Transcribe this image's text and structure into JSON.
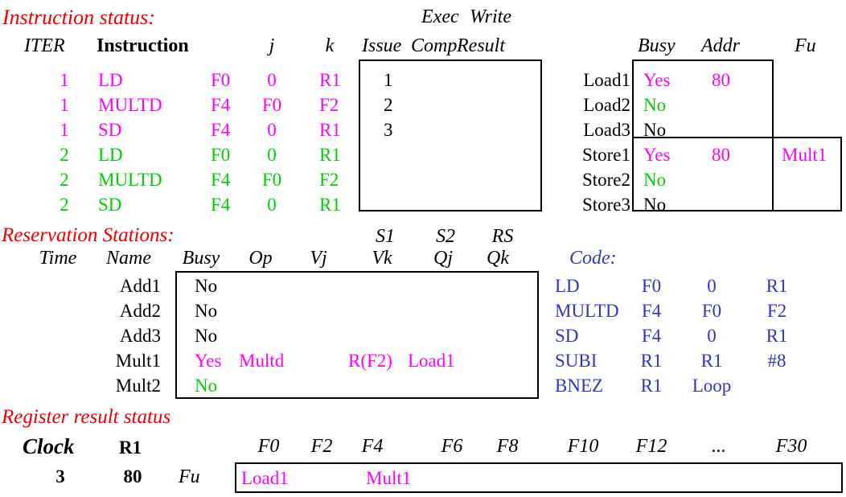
{
  "colors": {
    "red": "#ee0000",
    "magenta": "#ff00ff",
    "green": "#00d000",
    "blue": "#3333cc",
    "black": "#000000"
  },
  "instruction_status": {
    "title": "Instruction status:",
    "headers": {
      "exec": "Exec",
      "write": "Write",
      "iter": "ITER",
      "instruction": "Instruction",
      "j": "j",
      "k": "k",
      "issue": "Issue",
      "comp": "Comp",
      "result": "Result"
    },
    "rows": [
      {
        "iter": "1",
        "op": "LD",
        "dest": "F0",
        "j": "0",
        "k": "R1",
        "issue": "1"
      },
      {
        "iter": "1",
        "op": "MULTD",
        "dest": "F4",
        "j": "F0",
        "k": "F2",
        "issue": "2"
      },
      {
        "iter": "1",
        "op": "SD",
        "dest": "F4",
        "j": "0",
        "k": "R1",
        "issue": "3"
      },
      {
        "iter": "2",
        "op": "LD",
        "dest": "F0",
        "j": "0",
        "k": "R1",
        "issue": ""
      },
      {
        "iter": "2",
        "op": "MULTD",
        "dest": "F4",
        "j": "F0",
        "k": "F2",
        "issue": ""
      },
      {
        "iter": "2",
        "op": "SD",
        "dest": "F4",
        "j": "0",
        "k": "R1",
        "issue": ""
      }
    ]
  },
  "load_store": {
    "headers": {
      "busy": "Busy",
      "addr": "Addr",
      "fu": "Fu"
    },
    "rows": [
      {
        "name": "Load1",
        "busy": "Yes",
        "addr": "80",
        "fu": ""
      },
      {
        "name": "Load2",
        "busy": "No",
        "addr": "",
        "fu": ""
      },
      {
        "name": "Load3",
        "busy": "No",
        "addr": "",
        "fu": ""
      },
      {
        "name": "Store1",
        "busy": "Yes",
        "addr": "80",
        "fu": "Mult1"
      },
      {
        "name": "Store2",
        "busy": "No",
        "addr": "",
        "fu": ""
      },
      {
        "name": "Store3",
        "busy": "No",
        "addr": "",
        "fu": ""
      }
    ]
  },
  "reservation_stations": {
    "title": "Reservation Stations:",
    "sub_headers": {
      "s1": "S1",
      "s2": "S2",
      "rs": "RS"
    },
    "headers": {
      "time": "Time",
      "name": "Name",
      "busy": "Busy",
      "op": "Op",
      "vj": "Vj",
      "vk": "Vk",
      "qj": "Qj",
      "qk": "Qk"
    },
    "rows": [
      {
        "name": "Add1",
        "busy": "No",
        "op": "",
        "vj": "",
        "vk": "",
        "qj": "",
        "qk": ""
      },
      {
        "name": "Add2",
        "busy": "No",
        "op": "",
        "vj": "",
        "vk": "",
        "qj": "",
        "qk": ""
      },
      {
        "name": "Add3",
        "busy": "No",
        "op": "",
        "vj": "",
        "vk": "",
        "qj": "",
        "qk": ""
      },
      {
        "name": "Mult1",
        "busy": "Yes",
        "op": "Multd",
        "vj": "",
        "vk": "R(F2)",
        "qj": "Load1",
        "qk": ""
      },
      {
        "name": "Mult2",
        "busy": "No",
        "op": "",
        "vj": "",
        "vk": "",
        "qj": "",
        "qk": ""
      }
    ]
  },
  "code": {
    "title": "Code:",
    "rows": [
      {
        "op": "LD",
        "a": "F0",
        "b": "0",
        "c": "R1"
      },
      {
        "op": "MULTD",
        "a": "F4",
        "b": "F0",
        "c": "F2"
      },
      {
        "op": "SD",
        "a": "F4",
        "b": "0",
        "c": "R1"
      },
      {
        "op": "SUBI",
        "a": "R1",
        "b": "R1",
        "c": "#8"
      },
      {
        "op": "BNEZ",
        "a": "R1",
        "b": "Loop",
        "c": ""
      }
    ]
  },
  "register_result": {
    "title": "Register result status",
    "clock_label": "Clock",
    "r1_label": "R1",
    "clock_value": "3",
    "r1_value": "80",
    "fu_label": "Fu",
    "reg_headers": [
      "F0",
      "F2",
      "F4",
      "F6",
      "F8",
      "F10",
      "F12",
      "...",
      "F30"
    ],
    "fu_values": [
      "Load1",
      "Mult1"
    ]
  }
}
